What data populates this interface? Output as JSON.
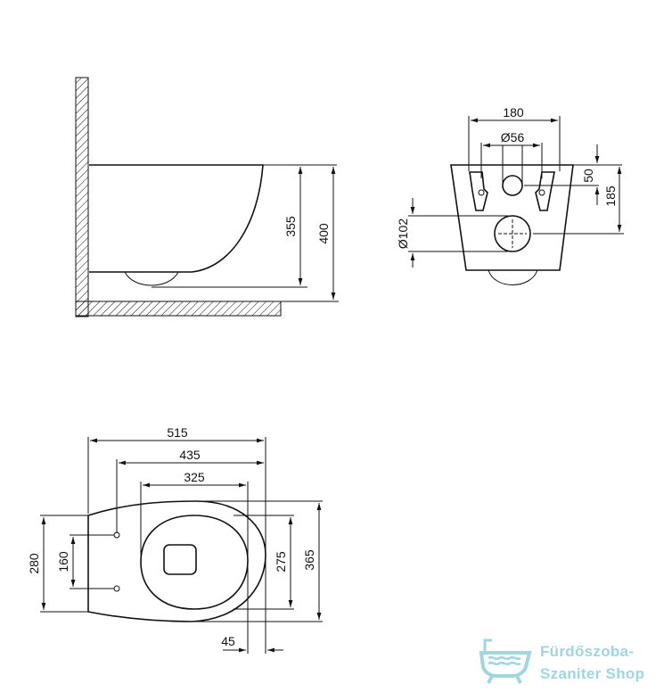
{
  "dimensions": {
    "side_height_355": "355",
    "side_height_400": "400",
    "rear_width_180": "180",
    "rear_diameter_56": "Ø56",
    "rear_height_50": "50",
    "rear_height_185": "185",
    "rear_diameter_102": "Ø102",
    "top_length_515": "515",
    "top_length_435": "435",
    "top_length_325": "325",
    "top_width_280": "280",
    "top_width_160": "160",
    "top_width_275": "275",
    "top_width_365": "365",
    "top_offset_45": "45"
  },
  "watermark": {
    "line1": "Fürdőszoba-",
    "line2": "Szaniter Shop",
    "color": "#9fd6df"
  }
}
